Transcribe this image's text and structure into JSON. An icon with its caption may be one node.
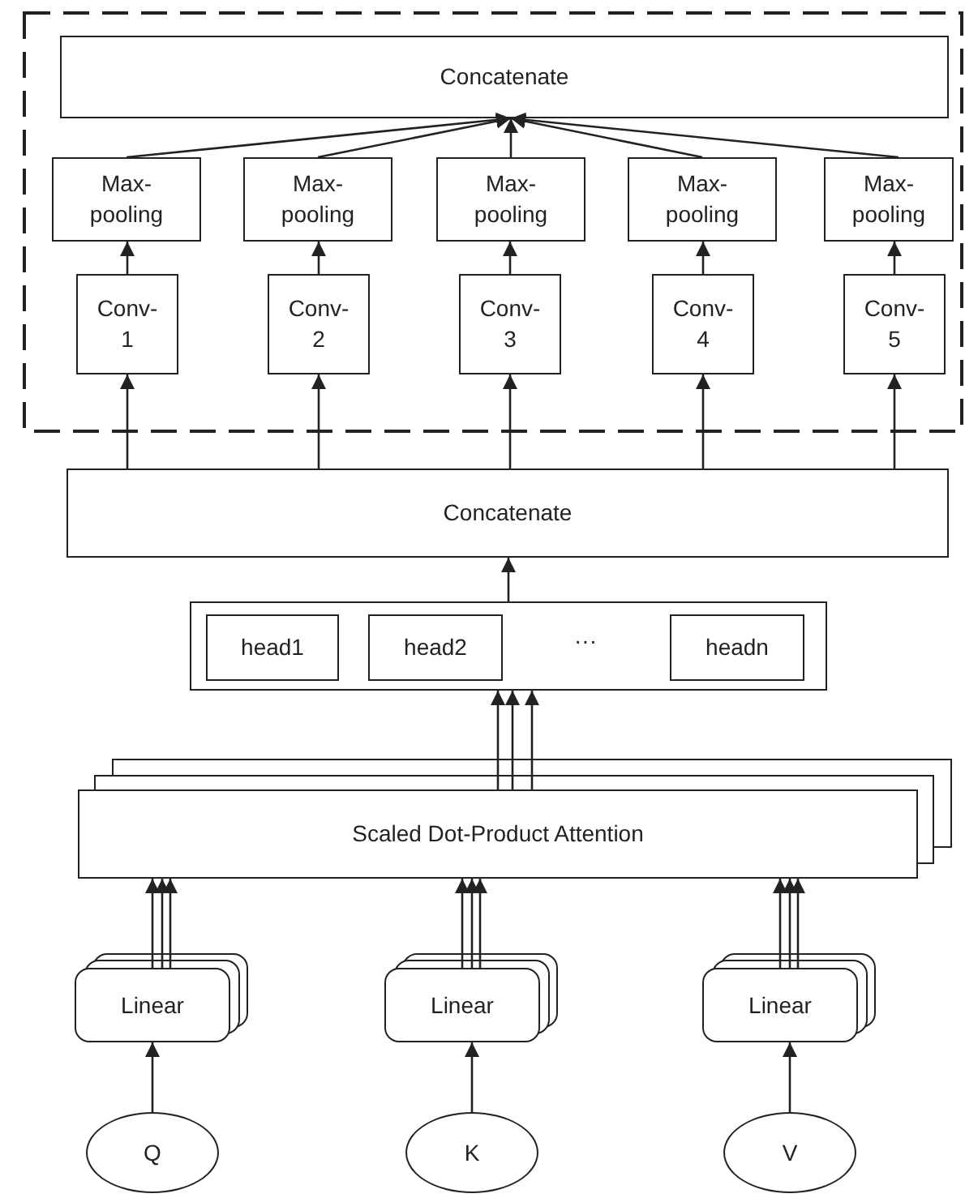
{
  "diagram": {
    "nodes": [
      {
        "text": [],
        "shape": "box"
      },
      {
        "text": [
          "Concatenate"
        ],
        "in": 0
      },
      {
        "text": [
          "Max- pooling"
        ],
        "in": 0
      },
      {
        "text": [
          "Max- pooling"
        ],
        "in": 0
      },
      {
        "text": [
          "Max- pooling"
        ],
        "in": 0
      },
      {
        "text": [
          "Max- pooling"
        ],
        "in": 0
      },
      {
        "text": [
          "Max- pooling"
        ],
        "in": 0
      },
      {
        "text": [
          "Conv- 1"
        ],
        "in": 0
      },
      {
        "text": [
          "Conv- 2"
        ],
        "in": 0
      },
      {
        "text": [
          "Conv- 3"
        ],
        "in": 0
      },
      {
        "text": [
          "Conv- 4"
        ],
        "in": 0
      },
      {
        "text": [
          "Conv- 5"
        ],
        "in": 0
      },
      {
        "text": [
          "Concatenate"
        ]
      },
      {
        "text": [
          "···"
        ]
      },
      {
        "text": [
          "head1"
        ],
        "in": 13
      },
      {
        "text": [
          "head2"
        ],
        "in": 13
      },
      {
        "text": [
          "headn"
        ],
        "in": 13
      },
      {
        "text": [
          "Scaled Dot-Product Attention"
        ]
      },
      {
        "text": [
          "Linear"
        ]
      },
      {
        "text": [
          "Linear"
        ]
      },
      {
        "text": [
          "Linear"
        ]
      },
      {
        "text": [
          "Q"
        ]
      },
      {
        "text": [
          "K"
        ]
      },
      {
        "text": [
          "V"
        ]
      }
    ],
    "edges": [
      {
        "from": 2,
        "to": 1,
        "arrow": "to"
      },
      {
        "from": 3,
        "to": 1,
        "arrow": "to"
      },
      {
        "from": 4,
        "to": 1,
        "arrow": "to"
      },
      {
        "from": 5,
        "to": 1,
        "arrow": "to"
      },
      {
        "from": 6,
        "to": 1,
        "arrow": "to"
      },
      {
        "from": 7,
        "to": 2,
        "arrow": "to"
      },
      {
        "from": 8,
        "to": 3,
        "arrow": "to"
      },
      {
        "from": 9,
        "to": 4,
        "arrow": "to"
      },
      {
        "from": 10,
        "to": 5,
        "arrow": "to"
      },
      {
        "from": 11,
        "to": 6,
        "arrow": "to"
      },
      {
        "from": 12,
        "to": 7,
        "arrow": "to"
      },
      {
        "from": 12,
        "to": 8,
        "arrow": "to"
      },
      {
        "from": 12,
        "to": 9,
        "arrow": "to"
      },
      {
        "from": 12,
        "to": 10,
        "arrow": "to"
      },
      {
        "from": 12,
        "to": 11,
        "arrow": "to"
      },
      {
        "from": 13,
        "to": 12,
        "arrow": "to"
      },
      {
        "from": 17,
        "to": 13,
        "arrow": "to"
      },
      {
        "from": 17,
        "to": 13,
        "arrow": "to"
      },
      {
        "from": 17,
        "to": 13,
        "arrow": "to"
      },
      {
        "from": 18,
        "to": 17,
        "arrow": "to"
      },
      {
        "from": 18,
        "to": 17,
        "arrow": "to"
      },
      {
        "from": 18,
        "to": 17,
        "arrow": "to"
      },
      {
        "from": 19,
        "to": 17,
        "arrow": "to"
      },
      {
        "from": 19,
        "to": 17,
        "arrow": "to"
      },
      {
        "from": 19,
        "to": 17,
        "arrow": "to"
      },
      {
        "from": 20,
        "to": 17,
        "arrow": "to"
      },
      {
        "from": 20,
        "to": 17,
        "arrow": "to"
      },
      {
        "from": 20,
        "to": 17,
        "arrow": "to"
      },
      {
        "from": 21,
        "to": 18,
        "arrow": "to"
      },
      {
        "from": 22,
        "to": 19,
        "arrow": "to"
      },
      {
        "from": 23,
        "to": 20,
        "arrow": "to"
      }
    ]
  }
}
